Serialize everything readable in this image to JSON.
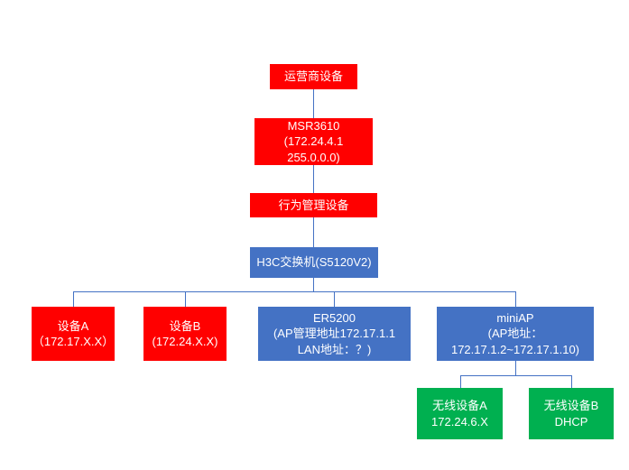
{
  "diagram": {
    "type": "network-topology",
    "colors": {
      "red_node": "#FF0000",
      "blue_node": "#4472C4",
      "green_node": "#00B050",
      "connector": "#4472C4",
      "text": "#FFFFFF",
      "background": "#FFFFFF"
    },
    "nodes": {
      "isp": {
        "color": "red",
        "lines": [
          "运营商设备"
        ]
      },
      "msr3610": {
        "color": "red",
        "lines": [
          "MSR3610",
          "(172.24.4.1",
          "255.0.0.0)"
        ]
      },
      "behavior_mgmt": {
        "color": "red",
        "lines": [
          "行为管理设备"
        ]
      },
      "h3c_switch": {
        "color": "blue",
        "lines": [
          "H3C交换机(S5120V2)"
        ]
      },
      "device_a": {
        "color": "red",
        "lines": [
          "设备A",
          "（172.17.X.X）"
        ]
      },
      "device_b": {
        "color": "red",
        "lines": [
          "设备B",
          "(172.24.X.X)"
        ]
      },
      "er5200": {
        "color": "blue",
        "lines": [
          "ER5200",
          "(AP管理地址172.17.1.1",
          "LAN地址：？)"
        ]
      },
      "miniap": {
        "color": "blue",
        "lines": [
          "miniAP",
          "(AP地址：",
          "172.17.1.2~172.17.1.10)"
        ]
      },
      "wireless_a": {
        "color": "green",
        "lines": [
          "无线设备A",
          "172.24.6.X"
        ]
      },
      "wireless_b": {
        "color": "green",
        "lines": [
          "无线设备B",
          "DHCP"
        ]
      }
    },
    "edges": [
      "isp -> msr3610",
      "msr3610 -> behavior_mgmt",
      "behavior_mgmt -> h3c_switch",
      "h3c_switch -> device_a",
      "h3c_switch -> device_b",
      "h3c_switch -> er5200",
      "h3c_switch -> miniap",
      "miniap -> wireless_a",
      "miniap -> wireless_b"
    ]
  }
}
